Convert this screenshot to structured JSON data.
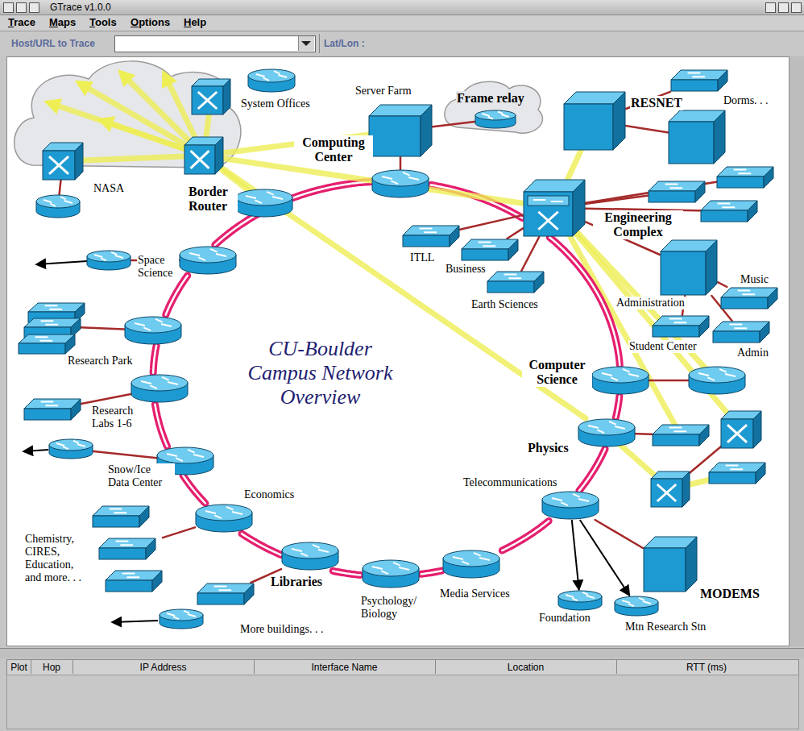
{
  "diagram": {
    "title": "CU-Boulder Campus Network Overview",
    "nodes": [
      {
        "text": [
          "System Offices"
        ]
      },
      {
        "text": [
          "Server Farm"
        ]
      },
      {
        "text": [
          "Frame relay"
        ]
      },
      {
        "text": [
          "RESNET"
        ]
      },
      {
        "text": [
          "Dorms. . ."
        ]
      },
      {
        "text": [
          "NASA"
        ]
      },
      {
        "text": [
          "Border Router"
        ]
      },
      {
        "text": [
          "Computing Center"
        ]
      },
      {
        "text": [
          "ITLL"
        ]
      },
      {
        "text": [
          "Business"
        ]
      },
      {
        "text": [
          "Earth Sciences"
        ]
      },
      {
        "text": [
          "Engineering Complex"
        ]
      },
      {
        "text": [
          "Administration"
        ]
      },
      {
        "text": [
          "Music"
        ]
      },
      {
        "text": [
          "Admin"
        ]
      },
      {
        "text": [
          "Student Center"
        ]
      },
      {
        "text": [
          "Space Science"
        ]
      },
      {
        "text": [
          "Research Park"
        ]
      },
      {
        "text": [
          "Research Labs 1-6"
        ]
      },
      {
        "text": [
          "Snow/Ice Data Center"
        ]
      },
      {
        "text": [
          "Computer Science"
        ]
      },
      {
        "text": [
          "Physics"
        ]
      },
      {
        "text": [
          "Telecommunications"
        ]
      },
      {
        "text": [
          "Economics"
        ]
      },
      {
        "text": [
          "Chemistry, CIRES, Education, and more. . ."
        ]
      },
      {
        "text": [
          "Libraries"
        ]
      },
      {
        "text": [
          "More buildings. . ."
        ]
      },
      {
        "text": [
          "Psychology/ Biology"
        ]
      },
      {
        "text": [
          "Media Services"
        ]
      },
      {
        "text": [
          "Foundation"
        ]
      },
      {
        "text": [
          "Mtn Research Stn"
        ]
      },
      {
        "text": [
          "MODEMS"
        ]
      }
    ],
    "edges": [
      {
        "from": 16,
        "to": 7,
        "arrow": "none"
      },
      {
        "from": 7,
        "to": 11,
        "arrow": "none"
      },
      {
        "from": 11,
        "to": 20,
        "arrow": "none"
      },
      {
        "from": 20,
        "to": 21,
        "arrow": "none"
      },
      {
        "from": 21,
        "to": 22,
        "arrow": "none"
      },
      {
        "from": 22,
        "to": 28,
        "arrow": "none"
      },
      {
        "from": 28,
        "to": 27,
        "arrow": "none"
      },
      {
        "from": 27,
        "to": 25,
        "arrow": "none"
      },
      {
        "from": 25,
        "to": 23,
        "arrow": "none"
      },
      {
        "from": 23,
        "to": 19,
        "arrow": "none"
      },
      {
        "from": 19,
        "to": 18,
        "arrow": "none"
      },
      {
        "from": 18,
        "to": 17,
        "arrow": "none"
      },
      {
        "from": 17,
        "to": 16,
        "arrow": "none"
      },
      {
        "from": 6,
        "to": 0,
        "arrow": "none"
      },
      {
        "from": 6,
        "to": 5,
        "arrow": "none"
      },
      {
        "from": 6,
        "to": 1,
        "arrow": "none"
      },
      {
        "from": 6,
        "to": 11,
        "arrow": "none"
      },
      {
        "from": 6,
        "to": 21,
        "arrow": "none"
      },
      {
        "from": 11,
        "to": 3,
        "arrow": "none"
      },
      {
        "from": 1,
        "to": 7,
        "arrow": "none"
      },
      {
        "from": 1,
        "to": 2,
        "arrow": "none"
      },
      {
        "from": 3,
        "to": 4,
        "arrow": "none"
      },
      {
        "from": 11,
        "to": 8,
        "arrow": "none"
      },
      {
        "from": 11,
        "to": 9,
        "arrow": "none"
      },
      {
        "from": 11,
        "to": 10,
        "arrow": "none"
      },
      {
        "from": 11,
        "to": 12,
        "arrow": "none"
      },
      {
        "from": 12,
        "to": 13,
        "arrow": "none"
      },
      {
        "from": 12,
        "to": 14,
        "arrow": "none"
      },
      {
        "from": 12,
        "to": 15,
        "arrow": "none"
      },
      {
        "from": 23,
        "to": 24,
        "arrow": "none"
      },
      {
        "from": 25,
        "to": 26,
        "arrow": "none"
      },
      {
        "from": 22,
        "to": 31,
        "arrow": "none"
      },
      {
        "from": 22,
        "to": 29,
        "arrow": "to"
      },
      {
        "from": 22,
        "to": 30,
        "arrow": "to"
      }
    ],
    "labels": [
      "GTrace v1.0.0",
      "Trace",
      "Maps",
      "Tools",
      "Options",
      "Help",
      "Host/URL to Trace",
      "Lat/Lon :",
      "Plot",
      "Hop",
      "IP Address",
      "Interface Name",
      "Location",
      "RTT (ms)"
    ]
  }
}
